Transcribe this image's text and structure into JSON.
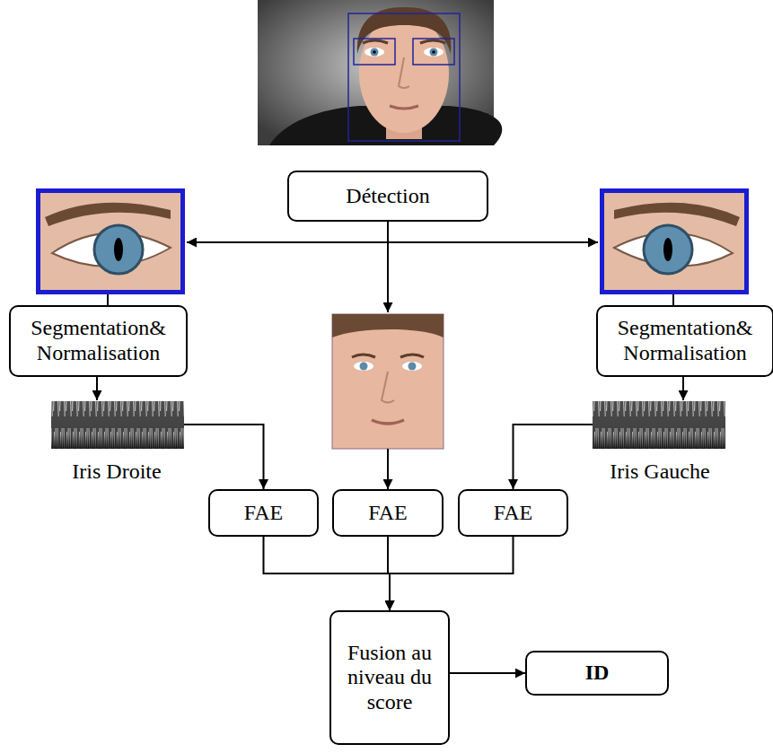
{
  "diagram": {
    "nodes": [
      {
        "text": [
          "Détection"
        ]
      },
      {
        "text": [
          "Segmentation& Normalisation"
        ]
      },
      {
        "text": [
          "Segmentation& Normalisation"
        ]
      },
      {
        "text": [
          "FAE"
        ]
      },
      {
        "text": [
          "FAE"
        ]
      },
      {
        "text": [
          "FAE"
        ]
      },
      {
        "text": [
          "Fusion au niveau du score"
        ]
      },
      {
        "text": [
          "ID"
        ]
      }
    ],
    "edges": [
      {
        "from": 3,
        "to": 6,
        "arrow": "to"
      },
      {
        "from": 4,
        "to": 6,
        "arrow": "to"
      },
      {
        "from": 5,
        "to": 6,
        "arrow": "to"
      },
      {
        "from": 6,
        "to": 7,
        "arrow": "to"
      }
    ],
    "labels": [
      "Iris Droite",
      "Iris Gauche"
    ]
  }
}
